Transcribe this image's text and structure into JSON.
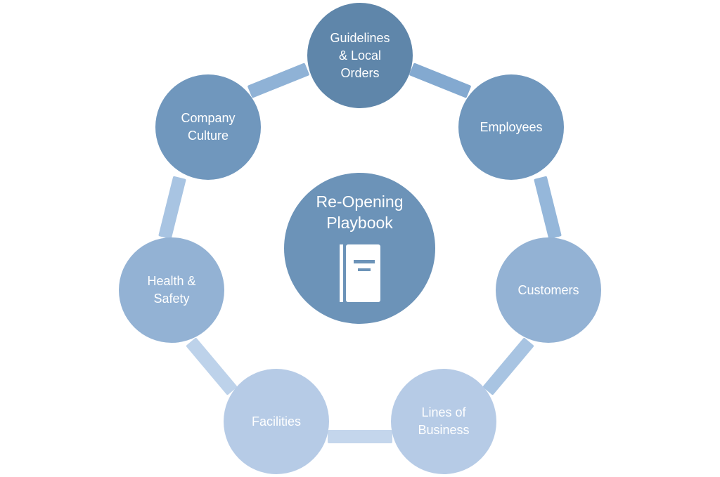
{
  "center": {
    "title": "Re-Opening\nPlaybook",
    "icon": "book-icon"
  },
  "nodes": [
    {
      "id": "guidelines",
      "label": "Guidelines\n& Local\nOrders"
    },
    {
      "id": "employees",
      "label": "Employees"
    },
    {
      "id": "customers",
      "label": "Customers"
    },
    {
      "id": "lines-of-business",
      "label": "Lines of\nBusiness"
    },
    {
      "id": "facilities",
      "label": "Facilities"
    },
    {
      "id": "health-safety",
      "label": "Health &\nSafety"
    },
    {
      "id": "company-culture",
      "label": "Company\nCulture"
    }
  ],
  "colors": {
    "center": "#6c93b8",
    "node_guidelines": "#5f86aa",
    "node_employees": "#7097bd",
    "node_customers": "#93b2d4",
    "node_lines": "#b6cbe6",
    "node_facilities": "#b6cbe6",
    "node_health": "#93b2d4",
    "node_culture": "#7097bd",
    "ring_dark": "#83a9d0",
    "ring_mid": "#a3c1e0",
    "ring_light": "#c4d6ec"
  }
}
